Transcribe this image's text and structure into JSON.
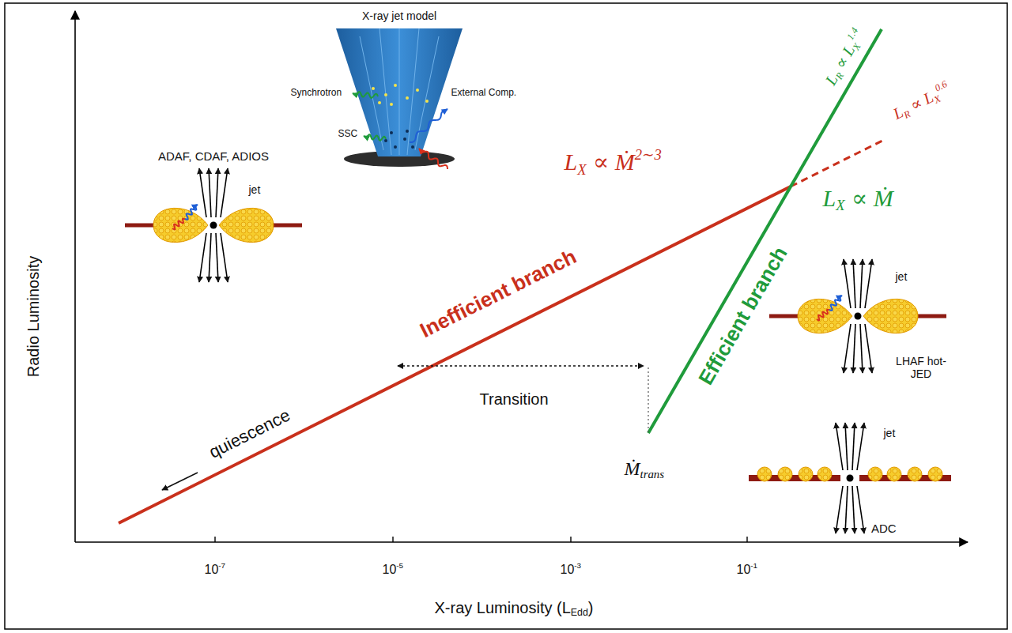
{
  "diagram": {
    "labels": [
      "X-ray jet model",
      "Synchrotron",
      "SSC",
      "External Comp.",
      "ADAF, CDAF, ADIOS",
      "jet",
      "L",
      "X",
      "∝ Ṁ",
      "2∼3",
      "Inefficient branch",
      "quiescence",
      "Transition",
      "Ṁ",
      "trans",
      "Efficient branch",
      "L",
      "R",
      "∝ L",
      "X",
      "1.4",
      "L",
      "R",
      "∝ L",
      "X",
      "0.6",
      "L",
      "X",
      "∝ Ṁ",
      "jet",
      "LHAF hot-JED",
      "jet",
      "ADC",
      "Radio Luminosity",
      "10",
      "-7",
      "10",
      "-5",
      "10",
      "-3",
      "10",
      "-1",
      "X-ray Luminosity (L",
      "Edd",
      ")"
    ]
  }
}
